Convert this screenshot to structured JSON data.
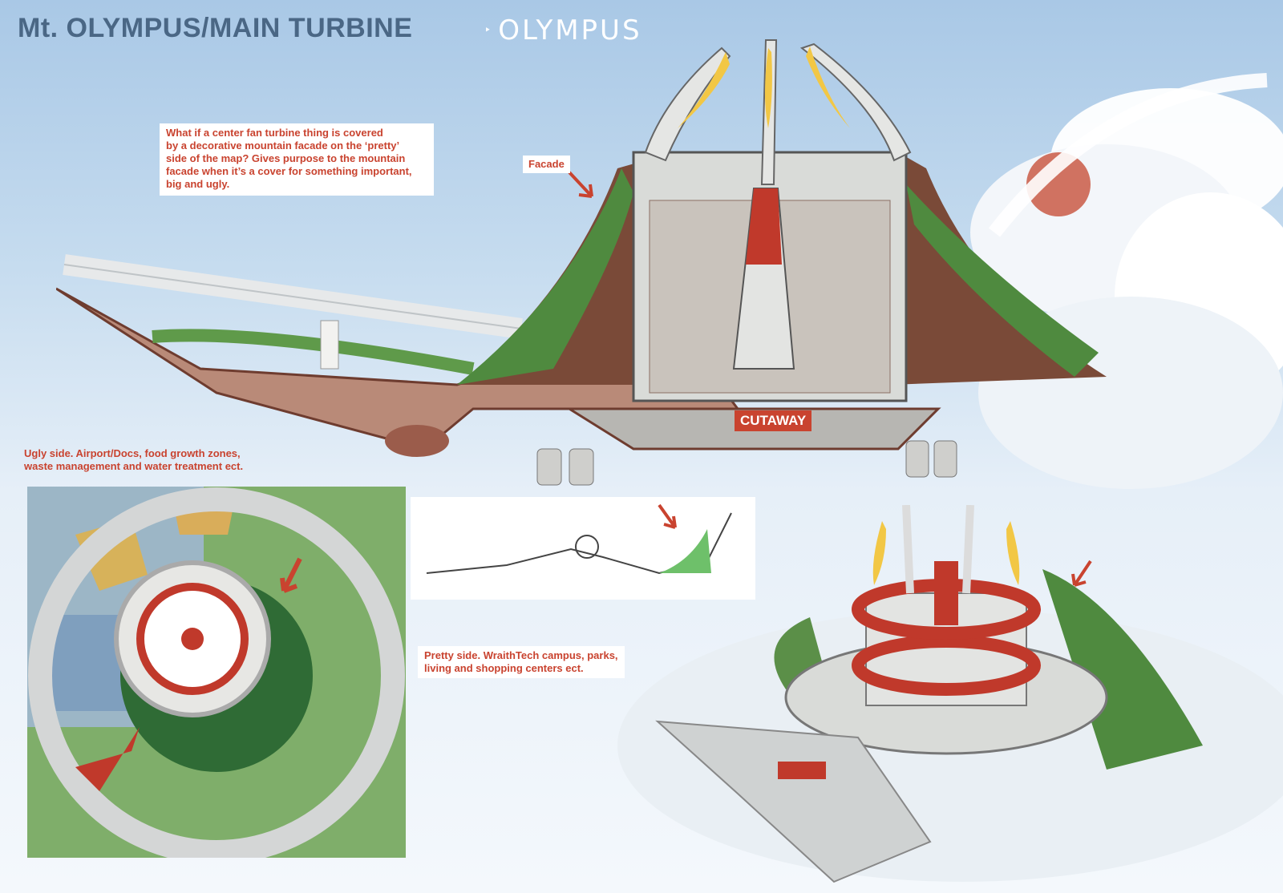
{
  "header": {
    "title": "Mt. OLYMPUS/MAIN TURBINE",
    "logo_mark": "‣",
    "logo_text": "OLYMPUS"
  },
  "annotations": {
    "concept_note": [
      "What if a center fan turbine thing is covered",
      "by a decorative mountain facade on the ‘pretty’",
      "side of the map? Gives purpose to the mountain",
      "facade when it’s a cover for something important,",
      "big and ugly."
    ],
    "facade_label": "Facade",
    "cutaway_label": "CUTAWAY",
    "ugly_side_note": [
      "Ugly side. Airport/Docs, food growth zones,",
      "waste management and water treatment ect."
    ],
    "pretty_side_note": [
      "Pretty side. WraithTech campus, parks,",
      "living and shopping centers ect."
    ]
  },
  "colors": {
    "title_blue": "#4a6785",
    "note_red": "#c9432f",
    "steel": "#d7d8d6",
    "rust": "#8a4a3a",
    "foliage": "#4f8a3f",
    "blade_yellow": "#f2c745",
    "turbine_red": "#c0392b"
  },
  "icons": [
    "arrow-icon",
    "turbine-icon",
    "mountain-icon"
  ]
}
